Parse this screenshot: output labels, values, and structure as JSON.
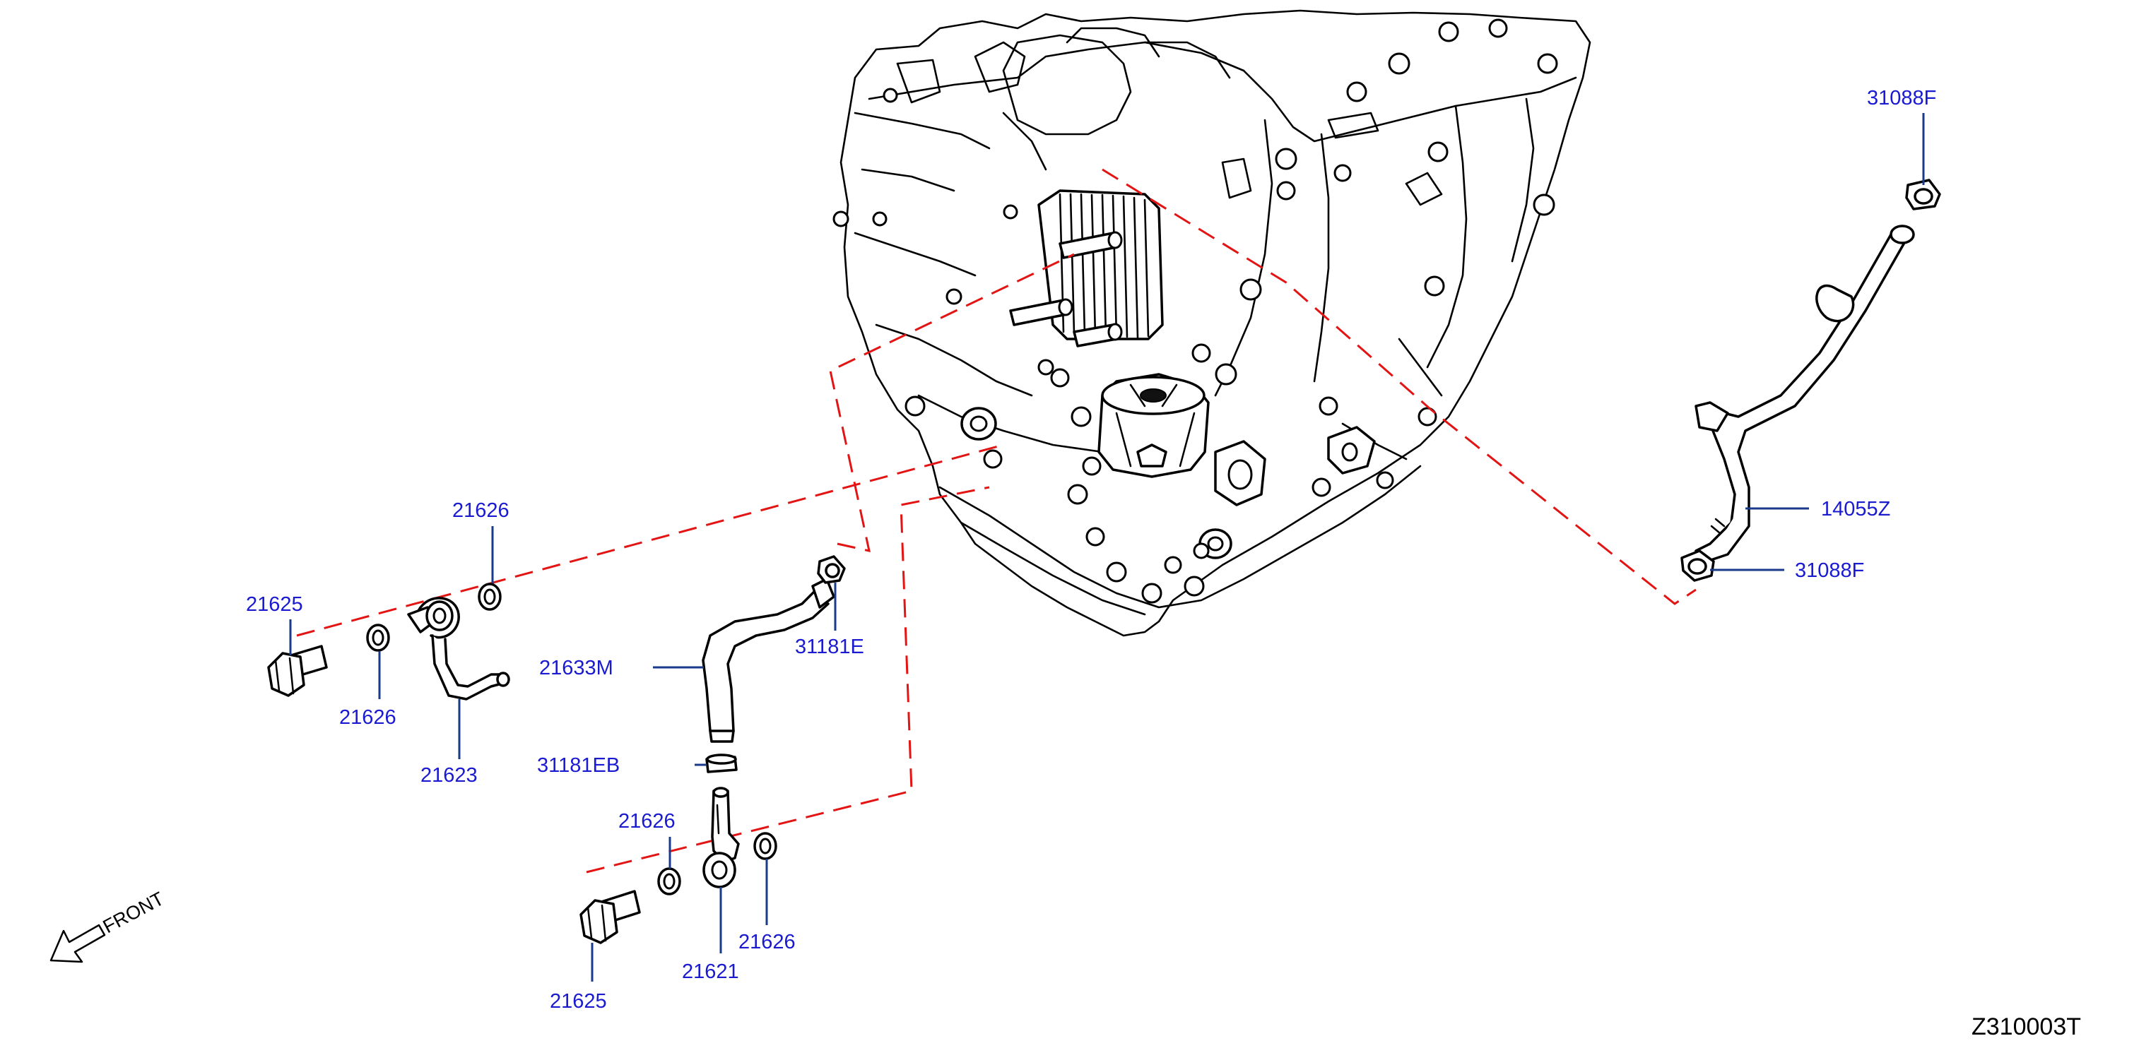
{
  "diagram_id": "Z310003T",
  "front_label": "FRONT",
  "colors": {
    "callout_text": "#1a1ad0",
    "leader_line": "#1a3a8a",
    "dashed_guide": "#e31414",
    "line_art": "#000000"
  },
  "callouts": {
    "c31088F_top": "31088F",
    "c14055Z": "14055Z",
    "c31088F_bottom": "31088F",
    "c21626_upper": "21626",
    "c21625_upper": "21625",
    "c21626_mid": "21626",
    "c21623": "21623",
    "c21633M": "21633M",
    "c31181E": "31181E",
    "c31181EB": "31181EB",
    "c21626_lower_left": "21626",
    "c21626_lower_right": "21626",
    "c21621": "21621",
    "c21625_lower": "21625"
  }
}
